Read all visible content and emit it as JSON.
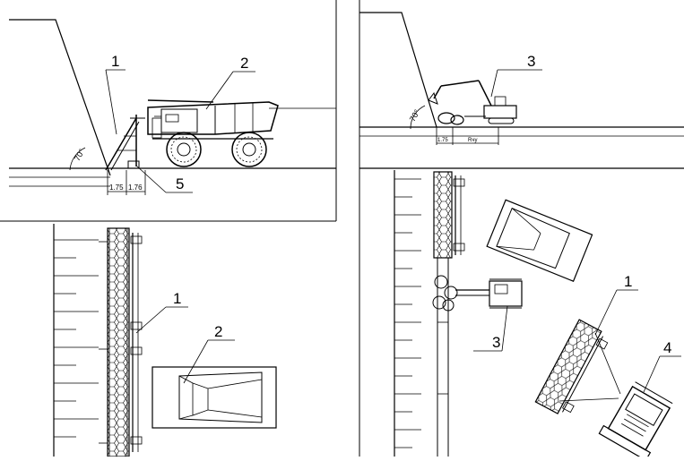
{
  "callouts": {
    "p1_slope_barrier": "1",
    "p1_dump_truck": "2",
    "p1_base_anchor": "5",
    "p2_excavator": "3",
    "p3_barrier_plan": "1",
    "p3_truck_plan": "2",
    "p4_excavator_plan": "3",
    "p4_barrier_module": "1",
    "p4_loader": "4"
  },
  "dimensions": {
    "p1_offset_a": "1.75",
    "p1_offset_b": "1.76",
    "p1_slope_angle": "70°",
    "p2_offset": "1.75",
    "p2_reach": "Rчу",
    "p2_slope_angle": "70°"
  },
  "icons": [
    "dump-truck-icon",
    "excavator-icon",
    "loader-icon",
    "barrier-module-icon"
  ],
  "colors": {
    "line": "#000000",
    "background": "#ffffff"
  }
}
